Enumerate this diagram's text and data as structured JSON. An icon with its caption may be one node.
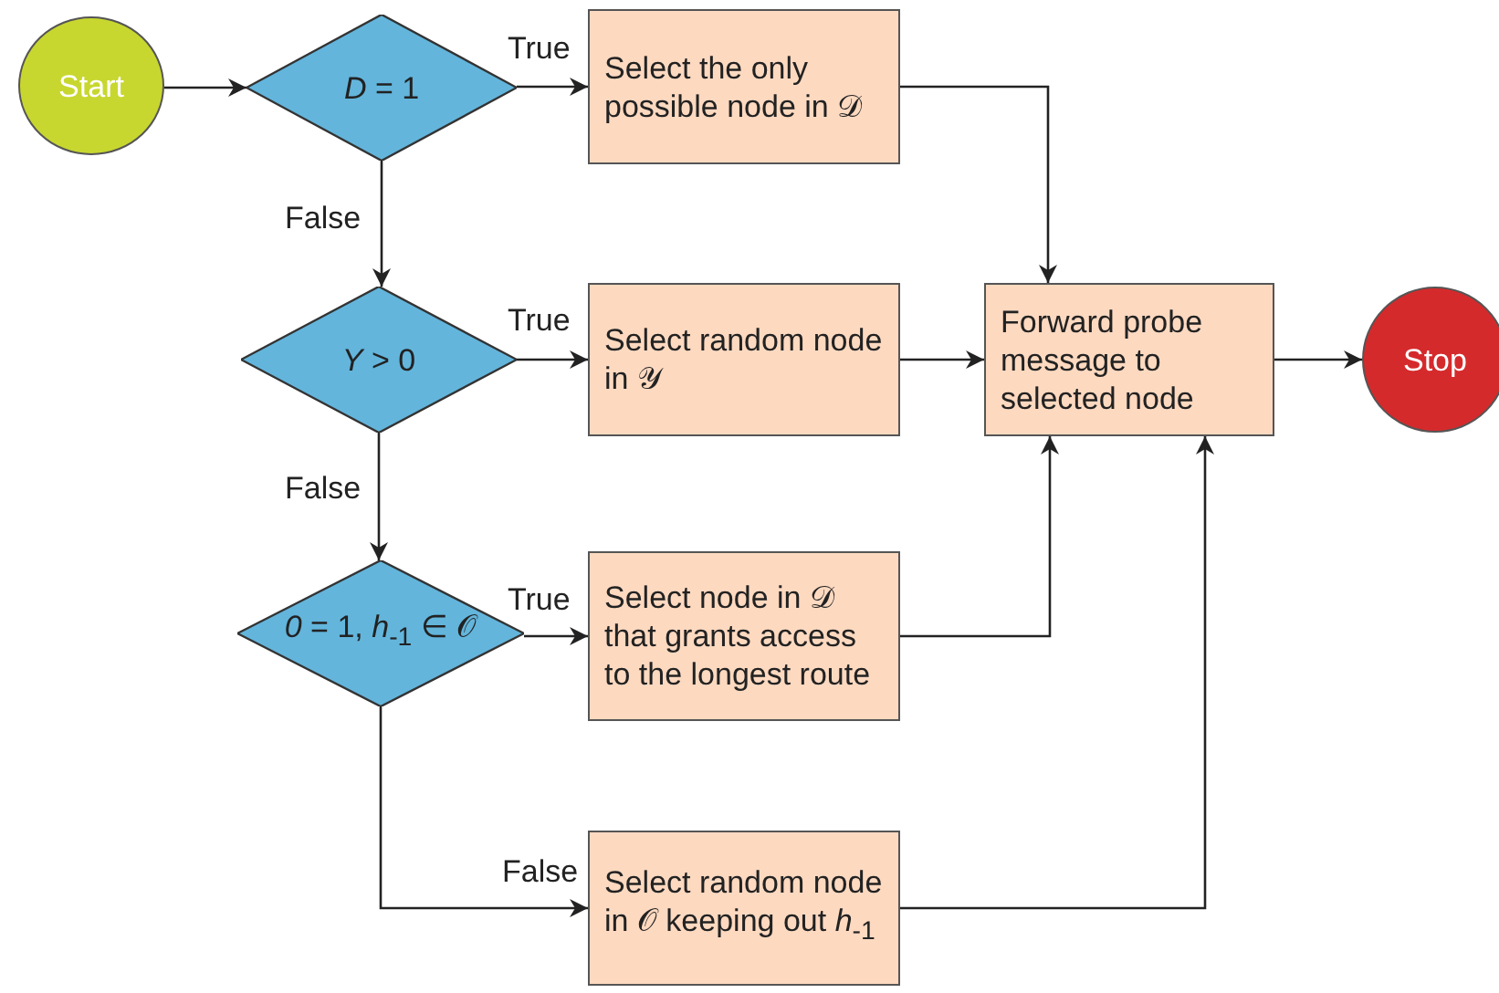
{
  "diagram": {
    "nodes": [
      {
        "text": [
          "Start"
        ]
      },
      {
        "text": [
          "*D* = 1"
        ]
      },
      {
        "text": [
          "Select the only possible node in 𝒟"
        ]
      },
      {
        "text": [
          "*Y* > 0"
        ]
      },
      {
        "text": [
          "Select random node in 𝒴"
        ]
      },
      {
        "text": [
          "Forward probe message to selected node"
        ]
      },
      {
        "text": [
          "Stop"
        ]
      },
      {
        "text": [
          "*0* = 1, *h*$_{-1}$ ∈ 𝒪"
        ]
      },
      {
        "text": [
          "Select node in 𝒟 that grants access to the longest route"
        ]
      },
      {
        "text": [
          "Select random node in 𝒪 keeping out *h*$_{-1}$"
        ]
      }
    ],
    "edges": [
      {
        "from": 0,
        "to": 1,
        "arrow": "to"
      },
      {
        "from": 1,
        "to": 2,
        "arrow": "to",
        "label": "True"
      },
      {
        "from": 1,
        "to": 3,
        "arrow": "to",
        "label": "False"
      },
      {
        "from": 2,
        "to": 5,
        "arrow": "to"
      },
      {
        "from": 3,
        "to": 4,
        "arrow": "to",
        "label": "True"
      },
      {
        "from": 4,
        "to": 5,
        "arrow": "to"
      },
      {
        "from": 3,
        "to": 7,
        "arrow": "to",
        "label": "False"
      },
      {
        "from": 7,
        "to": 8,
        "arrow": "to",
        "label": "True"
      },
      {
        "from": 8,
        "to": 5,
        "arrow": "to"
      },
      {
        "from": 7,
        "to": 9,
        "arrow": "to",
        "label": "False"
      },
      {
        "from": 9,
        "to": 5,
        "arrow": "to"
      },
      {
        "from": 5,
        "to": 6,
        "arrow": "to"
      }
    ]
  }
}
